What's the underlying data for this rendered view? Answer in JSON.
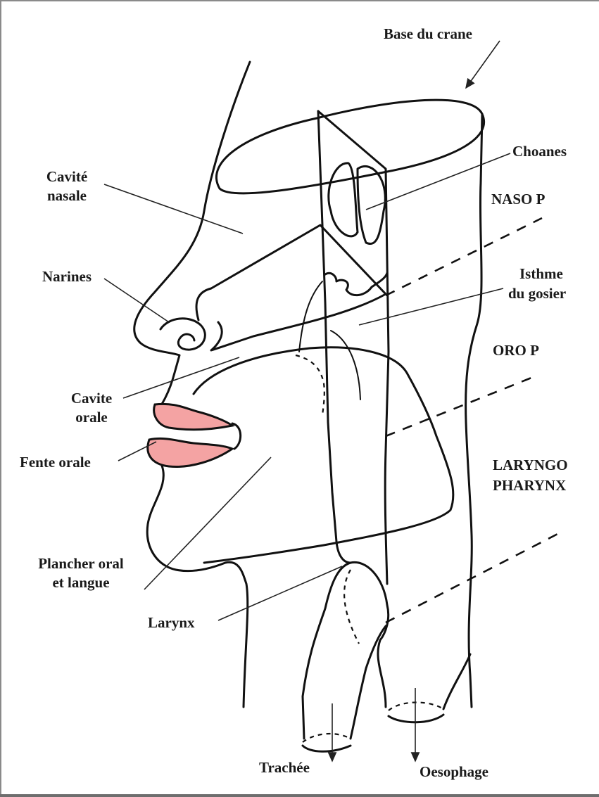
{
  "colors": {
    "line": "#111111",
    "lips": "#f4a3a3",
    "background": "#ffffff"
  },
  "labels": {
    "base_du_crane": "Base du crane",
    "choanes": "Choanes",
    "cavite_nasale_1": "Cavité",
    "cavite_nasale_2": "nasale",
    "naso_p": "NASO  P",
    "narines": "Narines",
    "isthme_1": "Isthme",
    "isthme_2": "du gosier",
    "oro_p": "ORO  P",
    "cavite_orale_1": "Cavite",
    "cavite_orale_2": "orale",
    "fente_orale": "Fente orale",
    "laryngo_1": "LARYNGO",
    "laryngo_2": "PHARYNX",
    "plancher_1": "Plancher oral",
    "plancher_2": "et langue",
    "larynx": "Larynx",
    "trachee": "Trachée",
    "oesophage": "Oesophage"
  }
}
